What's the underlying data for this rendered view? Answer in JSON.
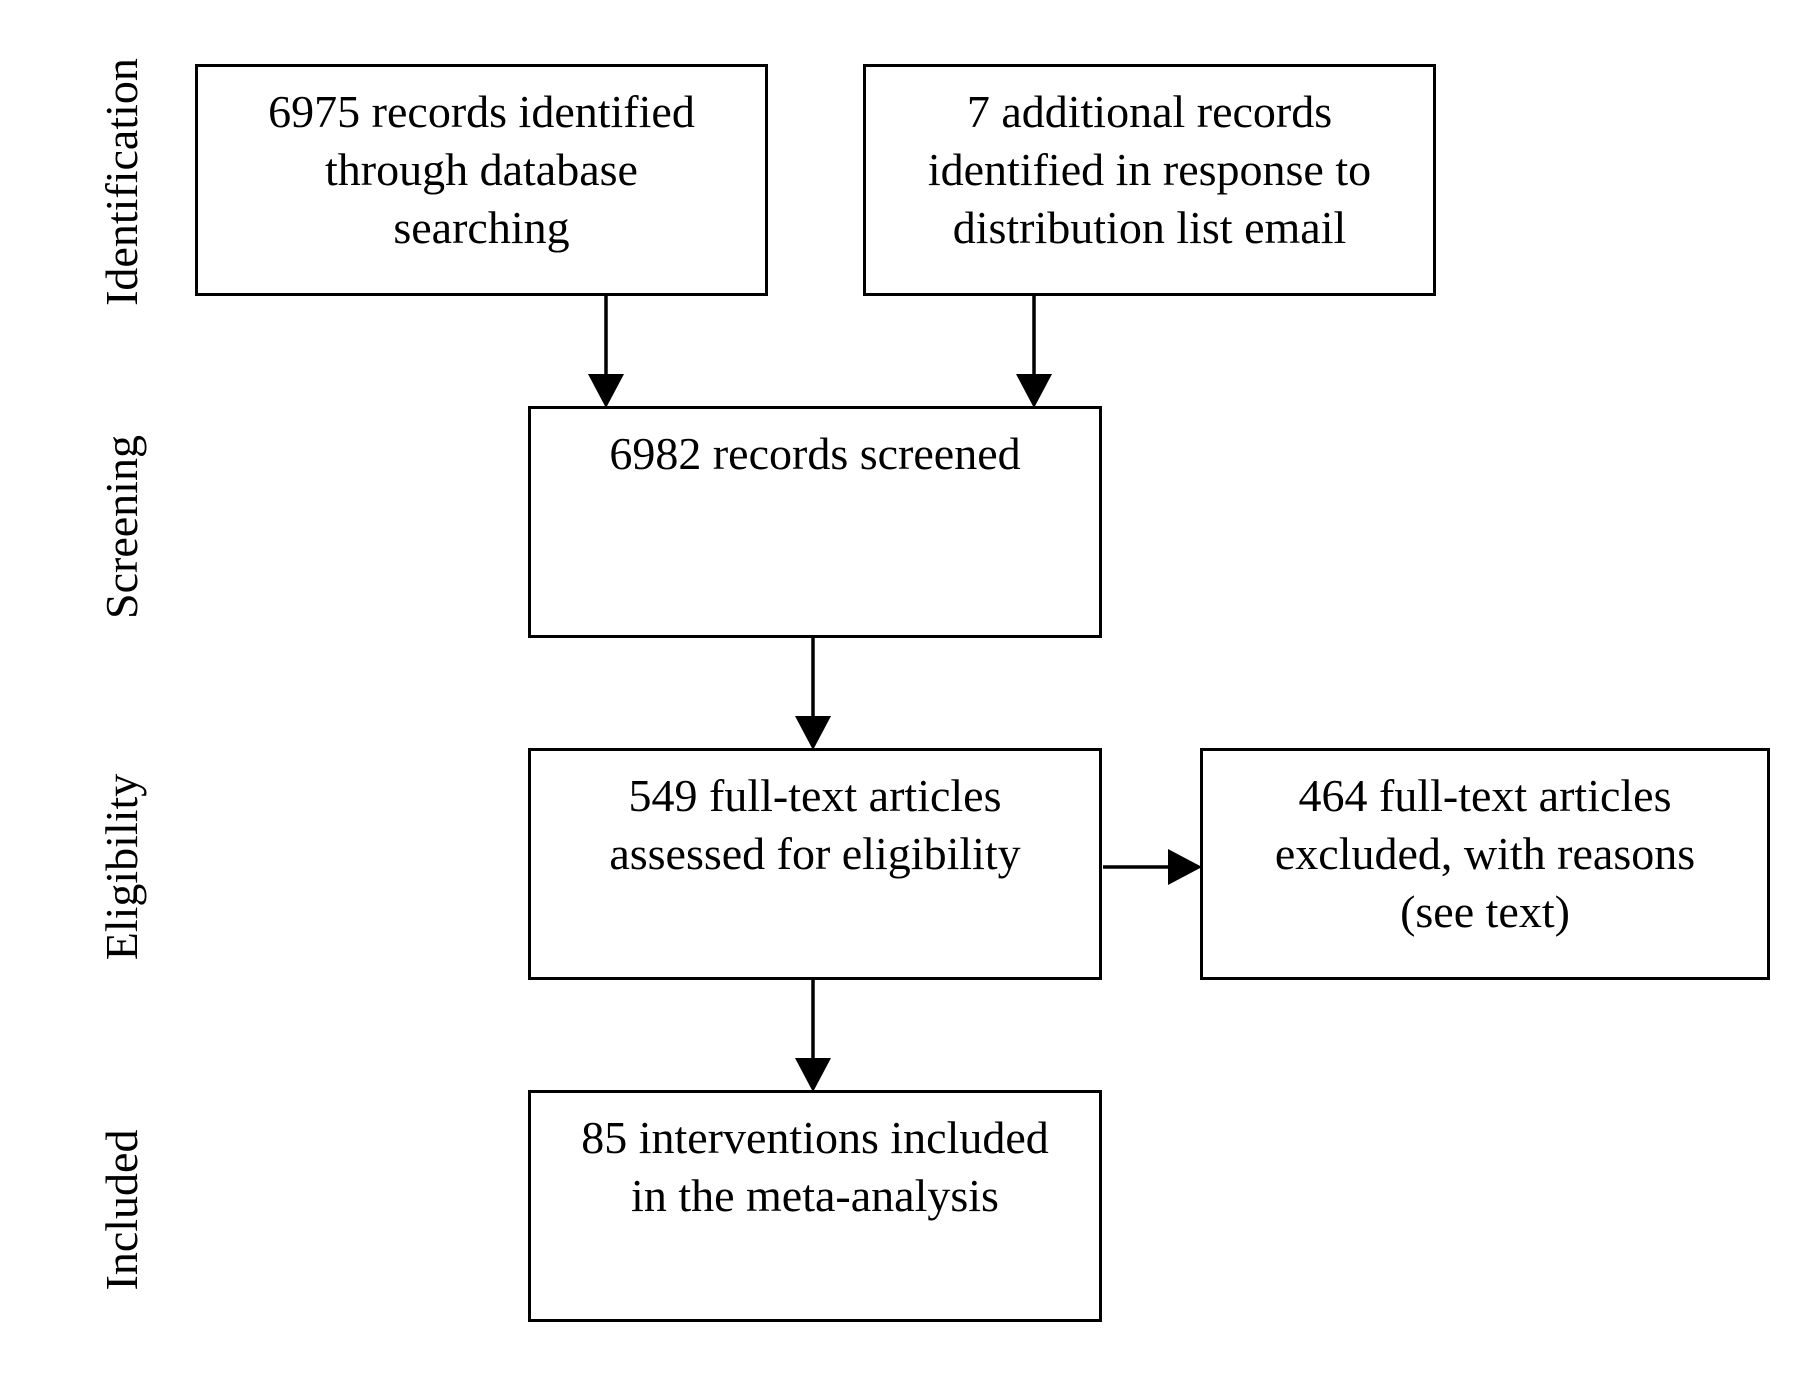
{
  "stages": [
    {
      "key": "identification",
      "label": "Identification"
    },
    {
      "key": "screening",
      "label": "Screening"
    },
    {
      "key": "eligibility",
      "label": "Eligibility"
    },
    {
      "key": "included",
      "label": "Included"
    }
  ],
  "boxes": {
    "database_records": "6975 records identified\nthrough database\nsearching",
    "additional_records": "7 additional records\nidentified in response to\ndistribution list email",
    "screened": "6982 records screened",
    "full_text_assessed": "549 full-text articles\nassessed for eligibility",
    "full_text_excluded": "464 full-text articles\nexcluded, with reasons\n(see text)",
    "included": "85 interventions included\nin the meta-analysis"
  },
  "colors": {
    "stroke": "#000000",
    "background": "#ffffff"
  }
}
